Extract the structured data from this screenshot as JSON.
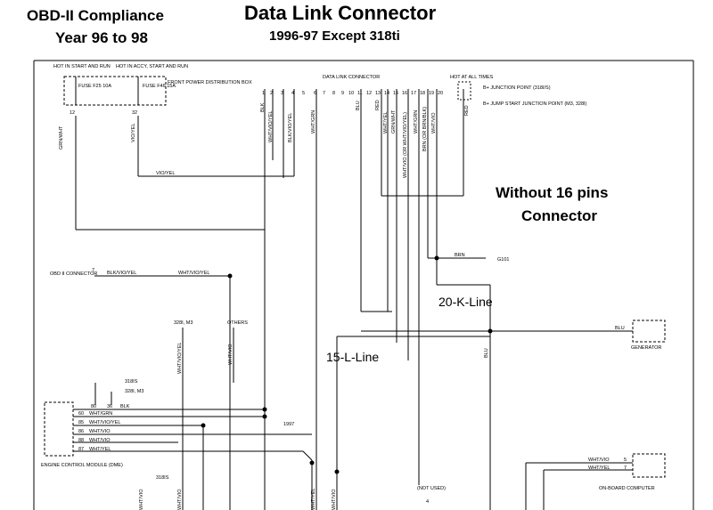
{
  "header": {
    "left_line1": "OBD-II Compliance",
    "left_line2": "Year 96 to 98",
    "title": "Data Link Connector",
    "subtitle": "1996-97 Except 318ti"
  },
  "annotations": {
    "without_pins_line1": "Without 16 pins",
    "without_pins_line2": "Connector",
    "k_line": "20-K-Line",
    "l_line": "15-L-Line"
  },
  "labels": {
    "hot_in_start_run": "HOT IN START AND RUN",
    "hot_in_accy": "HOT IN ACCY, START AND RUN",
    "front_power": "FRONT POWER DISTRIBUTION BOX",
    "fuse_f25": "FUSE F25 10A",
    "fuse_f46": "FUSE F46 15A",
    "fuse_f25_pin": "12",
    "fuse_f46_pin": "32",
    "data_link_connector": "DATA LINK CONNECTOR",
    "pin_numbers": [
      "1",
      "2",
      "3",
      "4",
      "5",
      "6",
      "7",
      "8",
      "9",
      "10",
      "11",
      "12",
      "13",
      "14",
      "15",
      "16",
      "17",
      "18",
      "19",
      "20"
    ],
    "hot_at_all_times": "HOT AT ALL TIMES",
    "junction_point": "B+ JUNCTION POINT (318I/S)",
    "jump_start": "B+ JUMP START JUNCTION POINT (M3, 328I)",
    "obd_connector": "OBD II CONNECTOR",
    "obd_pin": "7",
    "wire_grn_wht": "GRN/WHT",
    "wire_vio_yel": "VIO/YEL",
    "wire_blk": "BLK",
    "wire_wht_vio_yel": "WHT/VIO/YEL",
    "wire_blk_vio_yel": "BLK/VIO/YEL",
    "wire_wht_grn": "WHT/GRN",
    "wire_blu": "BLU",
    "wire_red": "RED",
    "wire_wht_yel": "WHT/YEL",
    "wire_grn_wht2": "GRN/WHT",
    "wire_wht_vio_or": "WHT/VIO (OR WHT/VIO/YEL)",
    "wire_wht_grn2": "WHT/GRN",
    "wire_brn_or": "BRN (OR BRN/BLK)",
    "wire_wht_vio": "WHT/VIO",
    "wire_red2": "RED",
    "wire_brn": "BRN",
    "ground": "G101",
    "vio_yel_horiz": "VIO/YEL",
    "blk_vio_yel_horiz": "BLK/VIO/YEL",
    "wht_vio_yel_horiz": "WHT/VIO/YEL",
    "blu_horiz": "BLU",
    "generator": "GENERATOR",
    "blu_vert": "BLU",
    "models_328i_m3": "328I, M3",
    "models_others": "OTHERS",
    "wht_vio_yel_v": "WHT/VIO/YEL",
    "wht_vio_v": "WHT/VIO",
    "s318is": "318IS",
    "s328i_m3": "328I, M3",
    "pin80": "80",
    "pin36": "36",
    "pin_blk": "BLK",
    "ecm_pins": [
      "60",
      "85",
      "86",
      "88",
      "87"
    ],
    "ecm_wires": [
      "WHT/GRN",
      "WHT/VIO/YEL",
      "WHT/VIO",
      "WHT/VIO",
      "WHT/YEL"
    ],
    "ecm_label": "ENGINE CONTROL MODULE (DME)",
    "year_1997": "1997",
    "s318is_b": "318IS",
    "bottom_wht_vio": "WHT/VIO",
    "bottom_wht_vio2": "WHT/VIO",
    "bottom_wht_yel": "WHT/YEL",
    "bottom_wht_vio3": "WHT/VIO",
    "not_used": "(NOT USED)",
    "not_used_pin": "4",
    "obc_wire1": "WHT/VIO",
    "obc_wire2": "WHT/YEL",
    "obc_pin1": "5",
    "obc_pin2": "7",
    "obc_label": "ON-BOARD COMPUTER"
  }
}
